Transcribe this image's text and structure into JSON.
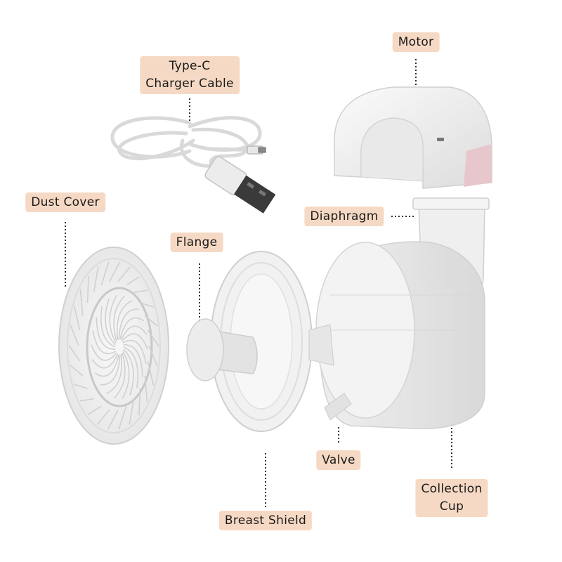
{
  "labels": {
    "motor": "Motor",
    "charger_line1": "Type-C",
    "charger_line2": "Charger Cable",
    "dust_cover": "Dust Cover",
    "diaphragm": "Diaphragm",
    "flange": "Flange",
    "valve": "Valve",
    "breast_shield": "Breast Shield",
    "collection_line1": "Collection",
    "collection_line2": "Cup"
  },
  "colors": {
    "label_background": "#f6d9c4",
    "motor_accent": "#e7c7cc",
    "leader_line": "#333333"
  }
}
